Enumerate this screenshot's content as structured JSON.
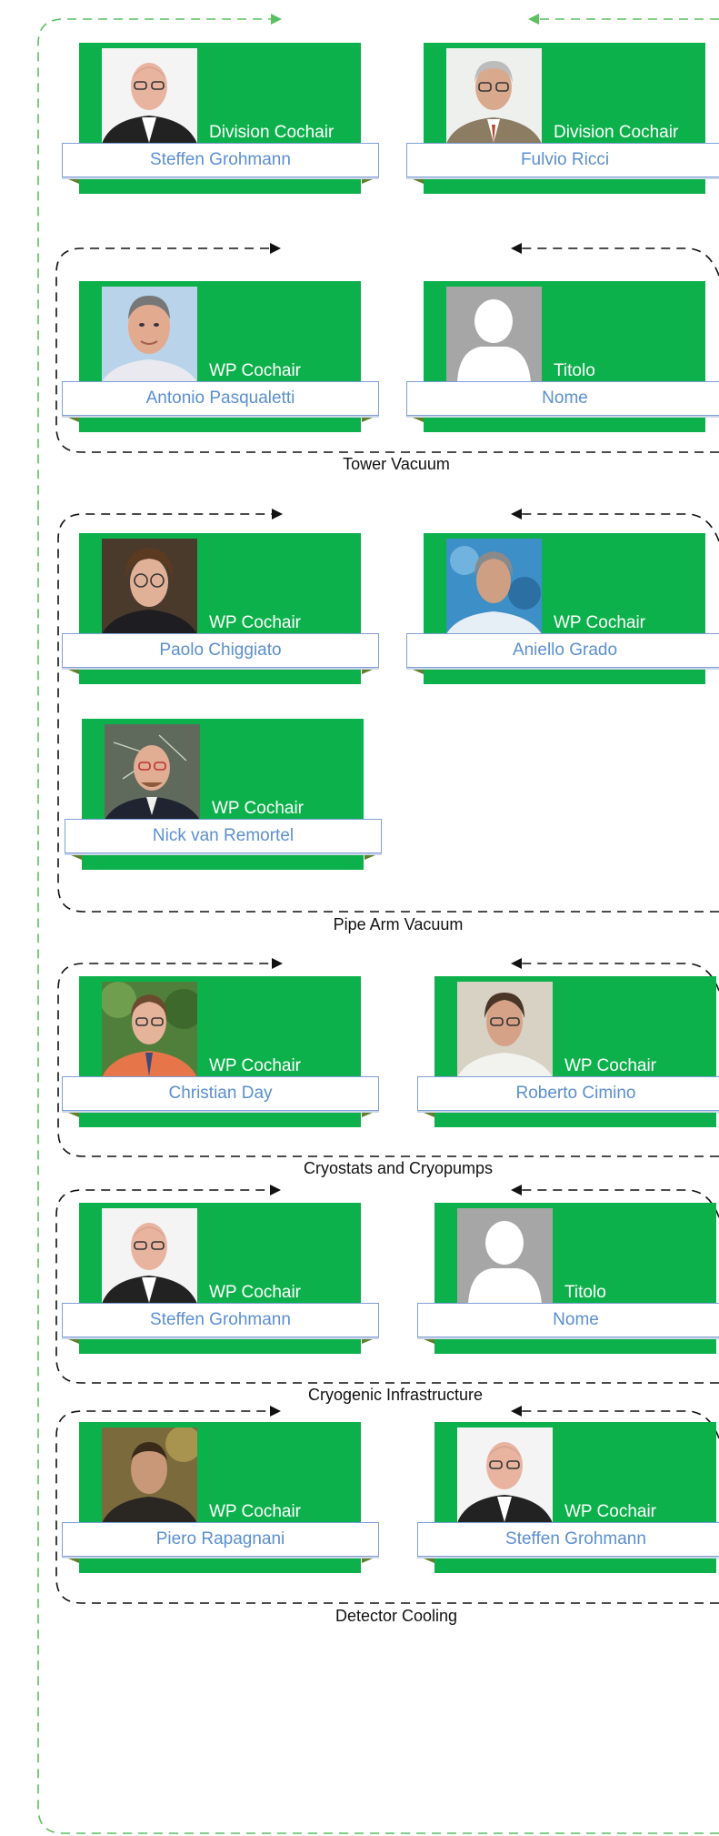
{
  "colors": {
    "card_green": "#0db14b",
    "name_blue": "#5b8fd0",
    "outer_dash": "#5cbf60",
    "group_dash": "#111111"
  },
  "division": {
    "left": {
      "role": "Division Cochair",
      "name": "Steffen Grohmann",
      "photo_icon": "person-photo"
    },
    "right": {
      "role": "Division Cochair",
      "name": "Fulvio Ricci",
      "photo_icon": "person-photo"
    }
  },
  "groups": {
    "tower_vacuum": {
      "label": "Tower Vacuum",
      "left": {
        "role": "WP Cochair",
        "name": "Antonio Pasqualetti",
        "photo_icon": "person-photo"
      },
      "right": {
        "role": "Titolo",
        "name": "Nome",
        "photo_icon": "avatar-placeholder-icon"
      }
    },
    "pipe_arm_vacuum": {
      "label": "Pipe Arm Vacuum",
      "left": {
        "role": "WP Cochair",
        "name": "Paolo Chiggiato",
        "photo_icon": "person-photo"
      },
      "right": {
        "role": "WP Cochair",
        "name": "Aniello Grado",
        "photo_icon": "person-photo"
      },
      "third": {
        "role": "WP Cochair",
        "name": "Nick van Remortel",
        "photo_icon": "person-photo"
      }
    },
    "cryostats": {
      "label": "Cryostats and Cryopumps",
      "left": {
        "role": "WP Cochair",
        "name": "Christian Day",
        "photo_icon": "person-photo"
      },
      "right": {
        "role": "WP Cochair",
        "name": "Roberto Cimino",
        "photo_icon": "person-photo"
      }
    },
    "cryogenic_infrastructure": {
      "label": "Cryogenic Infrastructure",
      "left": {
        "role": "WP Cochair",
        "name": "Steffen Grohmann",
        "photo_icon": "person-photo"
      },
      "right": {
        "role": "Titolo",
        "name": "Nome",
        "photo_icon": "avatar-placeholder-icon"
      }
    },
    "detector_cooling": {
      "label": "Detector Cooling",
      "left": {
        "role": "WP Cochair",
        "name": "Piero Rapagnani",
        "photo_icon": "person-photo"
      },
      "right": {
        "role": "WP Cochair",
        "name": "Steffen Grohmann",
        "photo_icon": "person-photo"
      }
    }
  }
}
